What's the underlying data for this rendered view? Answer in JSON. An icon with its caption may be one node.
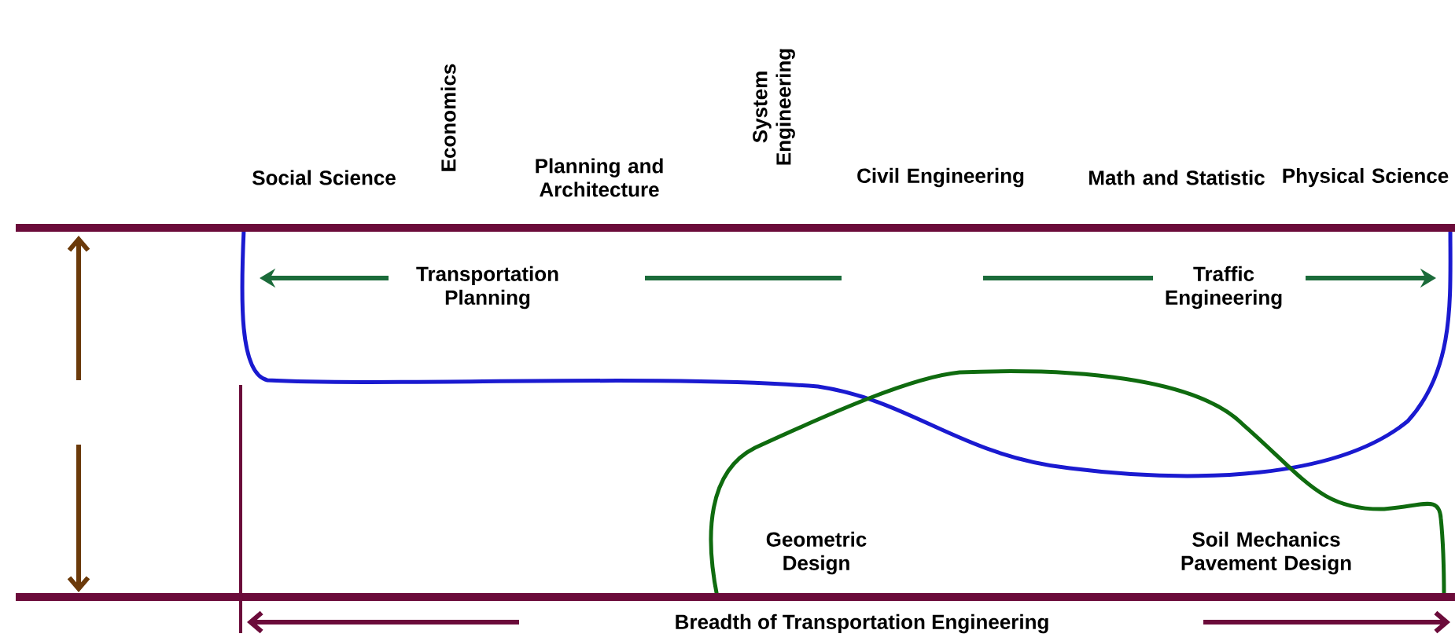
{
  "diagram": {
    "nodes": [
      {
        "text": [
          "Transportation Planning",
          "Traffic Engineering"
        ]
      },
      {
        "text": [
          "Geometric Design",
          "Soil Mechanics Pavement Design"
        ]
      }
    ],
    "labels": [
      "Social Science",
      "Economics",
      "Planning and Architecture",
      "System Engineering",
      "Civil Engineering",
      "Math and Statistic",
      "Physical Science",
      "Breadth of Transportation Engineering"
    ]
  }
}
